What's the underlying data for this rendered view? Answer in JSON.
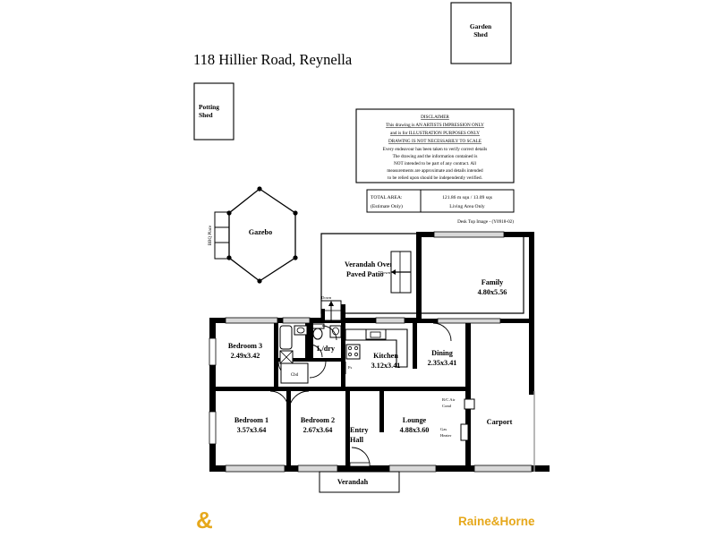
{
  "document": {
    "title": "118 Hillier Road, Reynella",
    "reference": "Desk Top Image - (Y0918-02)"
  },
  "outbuildings": [
    {
      "name": "garden-shed",
      "line1": "Garden",
      "line2": "Shed"
    },
    {
      "name": "potting-shed",
      "line1": "Potting",
      "line2": "Shed"
    }
  ],
  "disclaimer": {
    "heading": "DISCLAIMER",
    "lines": [
      "This drawing is AN ARTISTS IMPRESSION ONLY",
      "and is for ILLUSTRATION PURPOSES ONLY",
      "DRAWING IS NOT NECESSARILY TO SCALE",
      "Every endeavour has been taken to verify correct details",
      "The drawing and the information contained is",
      "NOT intended to be part of any contract. All",
      "measurements are approximate and details intended",
      "to be relied upon should be independently verified."
    ]
  },
  "total_area": {
    "label_line1": "TOTAL AREA:",
    "label_line2": "(Estimate Only)",
    "value_line1": "121.86 m squ /  13.09 sqs",
    "value_line2": "Living Area Only"
  },
  "outdoor": {
    "gazebo_label": "Gazebo",
    "bbq_label": "BBQ Place"
  },
  "rooms": [
    {
      "key": "verandah-patio",
      "name_line1": "Verandah Over",
      "name_line2": "Paved Patio",
      "dims": ""
    },
    {
      "key": "family",
      "name": "Family",
      "dims": "4.80x5.56"
    },
    {
      "key": "bedroom-3",
      "name": "Bedroom 3",
      "dims": "2.49x3.42"
    },
    {
      "key": "bedroom-1",
      "name": "Bedroom 1",
      "dims": "3.57x3.64"
    },
    {
      "key": "bedroom-2",
      "name": "Bedroom 2",
      "dims": "2.67x3.64"
    },
    {
      "key": "kitchen",
      "name": "Kitchen",
      "dims": "3.12x3.41"
    },
    {
      "key": "dining",
      "name": "Dining",
      "dims": "2.35x3.41"
    },
    {
      "key": "lounge",
      "name": "Lounge",
      "dims": "4.88x3.60"
    },
    {
      "key": "laundry",
      "name": "L/dry",
      "dims": ""
    },
    {
      "key": "carport",
      "name": "Carport",
      "dims": ""
    },
    {
      "key": "verandah",
      "name": "Verandah",
      "dims": ""
    }
  ],
  "annotations": {
    "entry_hall_line1": "Entry",
    "entry_hall_line2": "Hall",
    "cupboard": "Cbd",
    "fridge_space": "Fs",
    "aircon_line1": "R/C Air",
    "aircon_line2": "Cond",
    "gas_heater_line1": "Gas",
    "gas_heater_line2": "Heater",
    "down_patio": "Down",
    "down_step": "Down",
    "down_laundry": "Down"
  },
  "branding": {
    "ampersand": "&",
    "name": "Raine&Horne",
    "dot": ".",
    "color": "#E6A81C"
  }
}
